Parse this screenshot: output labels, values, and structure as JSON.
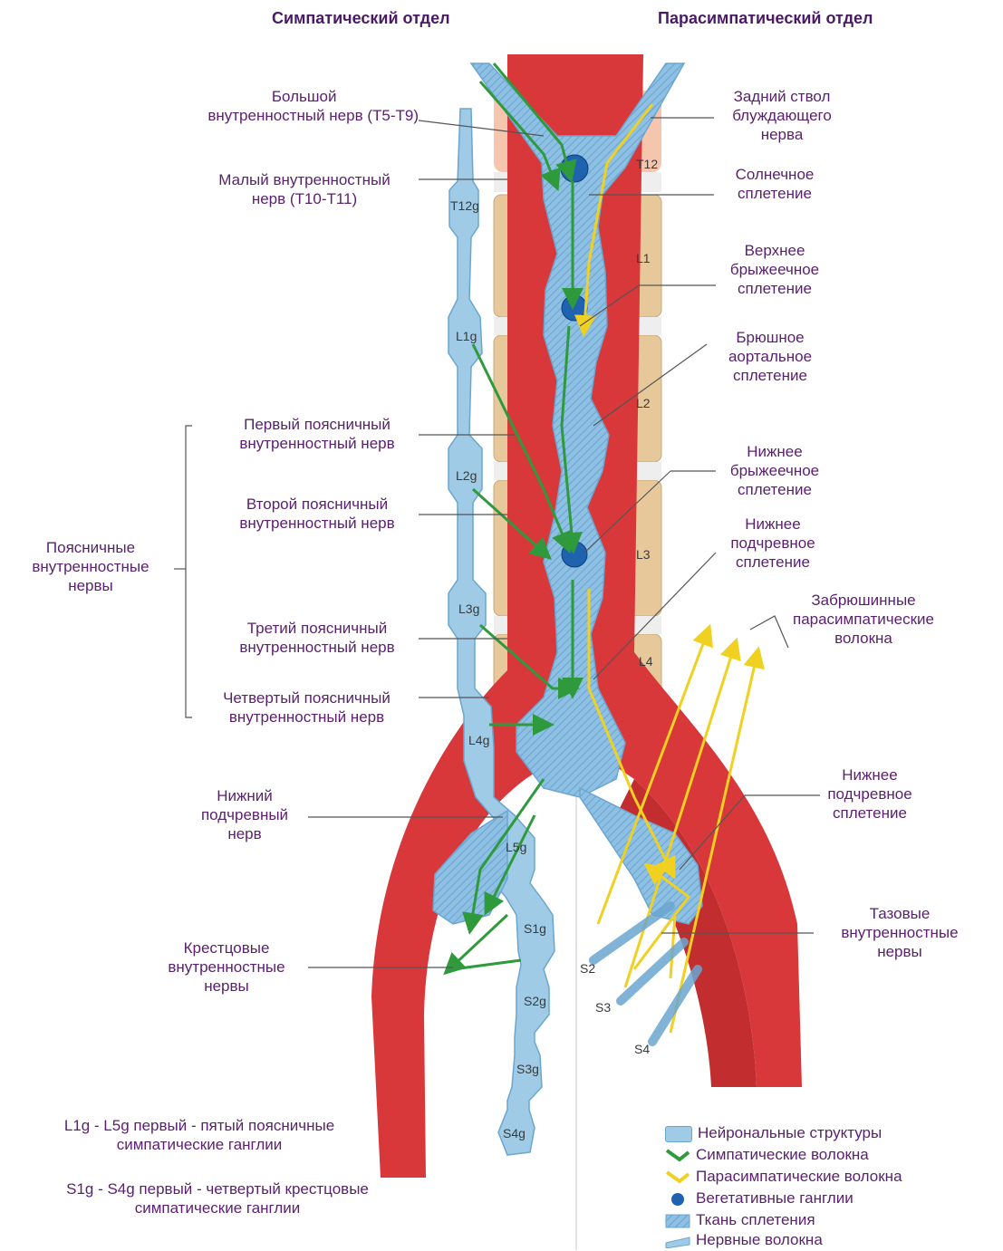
{
  "headers": {
    "sympathetic": "Симпатический отдел",
    "parasympathetic": "Парасимпатический отдел"
  },
  "left_labels": {
    "greater_splanchnic": [
      "Большой",
      "внутренностный нерв (T5-T9)"
    ],
    "lesser_splanchnic": [
      "Малый внутренностный",
      "нерв (T10-T11)"
    ],
    "first_lumbar": [
      "Первый поясничный",
      "внутренностный нерв"
    ],
    "second_lumbar": [
      "Второй поясничный",
      "внутренностный нерв"
    ],
    "lumbar_group": [
      "Поясничные",
      "внутренностные",
      "нервы"
    ],
    "third_lumbar": [
      "Третий поясничный",
      "внутренностный нерв"
    ],
    "fourth_lumbar": [
      "Четвертый поясничный",
      "внутренностный нерв"
    ],
    "hypogastric_nerve": [
      "Нижний",
      "подчревный",
      "нерв"
    ],
    "sacral_splanchnic": [
      "Крестцовые",
      "внутренностные",
      "нервы"
    ]
  },
  "right_labels": {
    "posterior_vagal": [
      "Задний ствол",
      "блуждающего",
      "нерва"
    ],
    "celiac_plexus": [
      "Солнечное",
      "сплетение"
    ],
    "superior_mesenteric": [
      "Верхнее",
      "брыжеечное",
      "сплетение"
    ],
    "aortic_plexus": [
      "Брюшное",
      "аортальное",
      "сплетение"
    ],
    "inferior_mesenteric": [
      "Нижнее",
      "брыжеечное",
      "сплетение"
    ],
    "superior_hypogastric": [
      "Нижнее",
      "подчревное",
      "сплетение"
    ],
    "retroperitoneal": [
      "Забрюшинные",
      "парасимпатические",
      "волокна"
    ],
    "inferior_hypogastric": [
      "Нижнее",
      "подчревное",
      "сплетение"
    ],
    "pelvic_splanchnic": [
      "Тазовые",
      "внутренностные",
      "нервы"
    ]
  },
  "vertebrae": [
    "T12",
    "L1",
    "L2",
    "L3",
    "L4"
  ],
  "ganglia": [
    "T12g",
    "L1g",
    "L2g",
    "L3g",
    "L4g",
    "L5g",
    "S1g",
    "S2g",
    "S3g",
    "S4g"
  ],
  "sacral_roots": [
    "S2",
    "S3",
    "S4"
  ],
  "footnotes": {
    "lumbar": [
      "L1g - L5g  первый - пятый поясничные",
      "симпатические ганглии"
    ],
    "sacral": [
      "S1g - S4g  первый - четвертый крестцовые",
      "симпатические ганглии"
    ]
  },
  "legend": [
    {
      "label": "Нейрональные структуры",
      "icon": "neural-structure-swatch",
      "color": "#9fcbe6"
    },
    {
      "label": "Симпатические волокна",
      "icon": "sympathetic-arrow",
      "color": "#2e9a3c"
    },
    {
      "label": "Парасимпатические волокна",
      "icon": "parasympathetic-arrow",
      "color": "#f0d020"
    },
    {
      "label": "Вегетативные ганглии",
      "icon": "ganglion-dot",
      "color": "#1f62b0"
    },
    {
      "label": "Ткань сплетения",
      "icon": "plexus-hatch",
      "color": "#7fb3dc"
    },
    {
      "label": "Нервные волокна",
      "icon": "nerve-fiber-swatch",
      "color": "#9fcbe6"
    }
  ],
  "colors": {
    "aorta": "#d9383a",
    "vertebra": "#e7c89a",
    "nerve": "#9fcbe6",
    "nerve_outline": "#6aa6cf",
    "sympathetic": "#2e9a3c",
    "parasympathetic": "#f0d020",
    "ganglion": "#1f62b0",
    "text": "#5a1f6e"
  }
}
